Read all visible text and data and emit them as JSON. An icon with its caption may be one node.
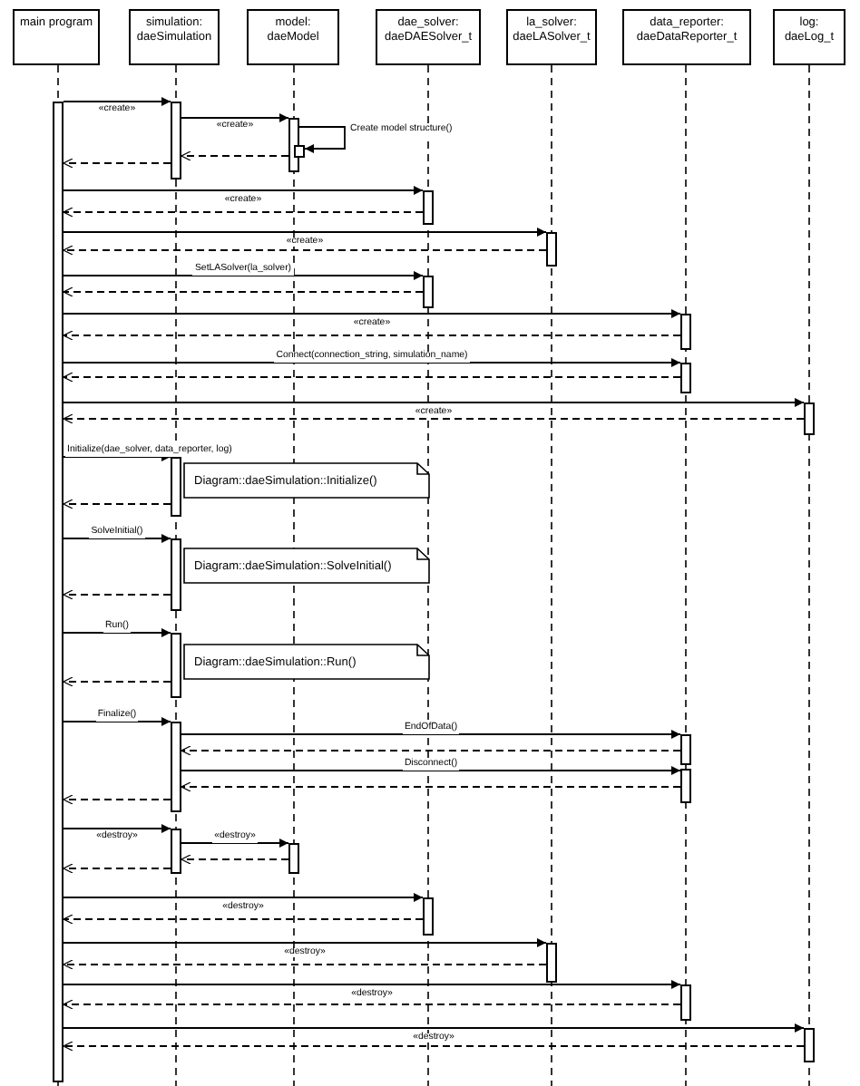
{
  "diagram": {
    "nodes": [
      {
        "text": [
          "main program"
        ]
      },
      {
        "text": [
          "simulation: daeSimulation"
        ]
      },
      {
        "text": [
          "model: daeModel"
        ]
      },
      {
        "text": [
          "dae_solver: daeDAESolver_t"
        ]
      },
      {
        "text": [
          "la_solver: daeLASolver_t"
        ]
      },
      {
        "text": [
          "data_reporter: daeDataReporter_t"
        ]
      },
      {
        "text": [
          "log: daeLog_t"
        ]
      },
      {
        "text": [],
        "shape": "bar"
      },
      {
        "text": [],
        "shape": "bar"
      },
      {
        "text": [],
        "shape": "bar"
      },
      {
        "text": [],
        "shape": "bar"
      },
      {
        "text": [],
        "shape": "bar"
      },
      {
        "text": [],
        "shape": "bar"
      },
      {
        "text": [],
        "shape": "bar"
      },
      {
        "text": [],
        "shape": "bar"
      },
      {
        "text": [],
        "shape": "bar"
      },
      {
        "text": [],
        "shape": "bar"
      },
      {
        "text": [],
        "shape": "bar"
      },
      {
        "text": [
          "Diagram::daeSimulation::Initialize()"
        ]
      },
      {
        "text": [],
        "shape": "bar"
      },
      {
        "text": [
          "Diagram::daeSimulation::SolveInitial()"
        ]
      },
      {
        "text": [],
        "shape": "bar"
      },
      {
        "text": [
          "Diagram::daeSimulation::Run()"
        ]
      },
      {
        "text": [],
        "shape": "bar"
      },
      {
        "text": [],
        "shape": "bar"
      },
      {
        "text": [],
        "shape": "bar"
      },
      {
        "text": [],
        "shape": "bar"
      },
      {
        "text": [],
        "shape": "bar"
      },
      {
        "text": [],
        "shape": "bar"
      },
      {
        "text": [],
        "shape": "bar"
      },
      {
        "text": [],
        "shape": "bar"
      },
      {
        "text": [],
        "shape": "bar"
      }
    ],
    "edges": [
      {
        "from": 7,
        "to": 8,
        "arrow": "to",
        "label": "«create»"
      },
      {
        "from": 8,
        "to": 7,
        "arrow": "to",
        "style": "dashed"
      },
      {
        "from": 8,
        "to": 9,
        "arrow": "to",
        "label": "«create»"
      },
      {
        "from": 9,
        "to": 8,
        "arrow": "to",
        "style": "dashed"
      },
      {
        "from": 9,
        "to": 10,
        "arrow": "to",
        "label": "Create model structure()"
      },
      {
        "from": 7,
        "to": 11,
        "arrow": "to",
        "label": "«create»"
      },
      {
        "from": 11,
        "to": 7,
        "arrow": "to",
        "style": "dashed"
      },
      {
        "from": 7,
        "to": 12,
        "arrow": "to",
        "label": "«create»"
      },
      {
        "from": 12,
        "to": 7,
        "arrow": "to",
        "style": "dashed"
      },
      {
        "from": 7,
        "to": 13,
        "arrow": "to",
        "label": "SetLASolver(la_solver)"
      },
      {
        "from": 13,
        "to": 7,
        "arrow": "to",
        "style": "dashed"
      },
      {
        "from": 7,
        "to": 14,
        "arrow": "to",
        "label": "«create»"
      },
      {
        "from": 14,
        "to": 7,
        "arrow": "to",
        "style": "dashed"
      },
      {
        "from": 7,
        "to": 15,
        "arrow": "to",
        "label": "Connect(connection_string, simulation_name)"
      },
      {
        "from": 15,
        "to": 7,
        "arrow": "to",
        "style": "dashed"
      },
      {
        "from": 7,
        "to": 16,
        "arrow": "to",
        "label": "«create»"
      },
      {
        "from": 16,
        "to": 7,
        "arrow": "to",
        "style": "dashed"
      },
      {
        "from": 7,
        "to": 17,
        "arrow": "to",
        "label": "Initialize(dae_solver, data_reporter, log)"
      },
      {
        "from": 17,
        "to": 7,
        "arrow": "to",
        "style": "dashed"
      },
      {
        "from": 7,
        "to": 19,
        "arrow": "to",
        "label": "SolveInitial()"
      },
      {
        "from": 19,
        "to": 7,
        "arrow": "to",
        "style": "dashed"
      },
      {
        "from": 7,
        "to": 21,
        "arrow": "to",
        "label": "Run()"
      },
      {
        "from": 21,
        "to": 7,
        "arrow": "to",
        "style": "dashed"
      },
      {
        "from": 7,
        "to": 23,
        "arrow": "to",
        "label": "Finalize()"
      },
      {
        "from": 23,
        "to": 24,
        "arrow": "to",
        "label": "EndOfData()"
      },
      {
        "from": 24,
        "to": 23,
        "arrow": "to",
        "style": "dashed"
      },
      {
        "from": 23,
        "to": 25,
        "arrow": "to",
        "label": "Disconnect()"
      },
      {
        "from": 25,
        "to": 23,
        "arrow": "to",
        "style": "dashed"
      },
      {
        "from": 23,
        "to": 7,
        "arrow": "to",
        "style": "dashed"
      },
      {
        "from": 7,
        "to": 26,
        "arrow": "to",
        "label": "«destroy»"
      },
      {
        "from": 26,
        "to": 27,
        "arrow": "to",
        "label": "«destroy»"
      },
      {
        "from": 27,
        "to": 26,
        "arrow": "to",
        "style": "dashed"
      },
      {
        "from": 26,
        "to": 7,
        "arrow": "to",
        "style": "dashed"
      },
      {
        "from": 7,
        "to": 28,
        "arrow": "to",
        "label": "«destroy»"
      },
      {
        "from": 28,
        "to": 7,
        "arrow": "to",
        "style": "dashed"
      },
      {
        "from": 7,
        "to": 29,
        "arrow": "to",
        "label": "«destroy»"
      },
      {
        "from": 29,
        "to": 7,
        "arrow": "to",
        "style": "dashed"
      },
      {
        "from": 7,
        "to": 30,
        "arrow": "to",
        "label": "«destroy»"
      },
      {
        "from": 30,
        "to": 7,
        "arrow": "to",
        "style": "dashed"
      },
      {
        "from": 7,
        "to": 31,
        "arrow": "to",
        "label": "«destroy»"
      },
      {
        "from": 31,
        "to": 7,
        "arrow": "to",
        "style": "dashed"
      }
    ]
  }
}
